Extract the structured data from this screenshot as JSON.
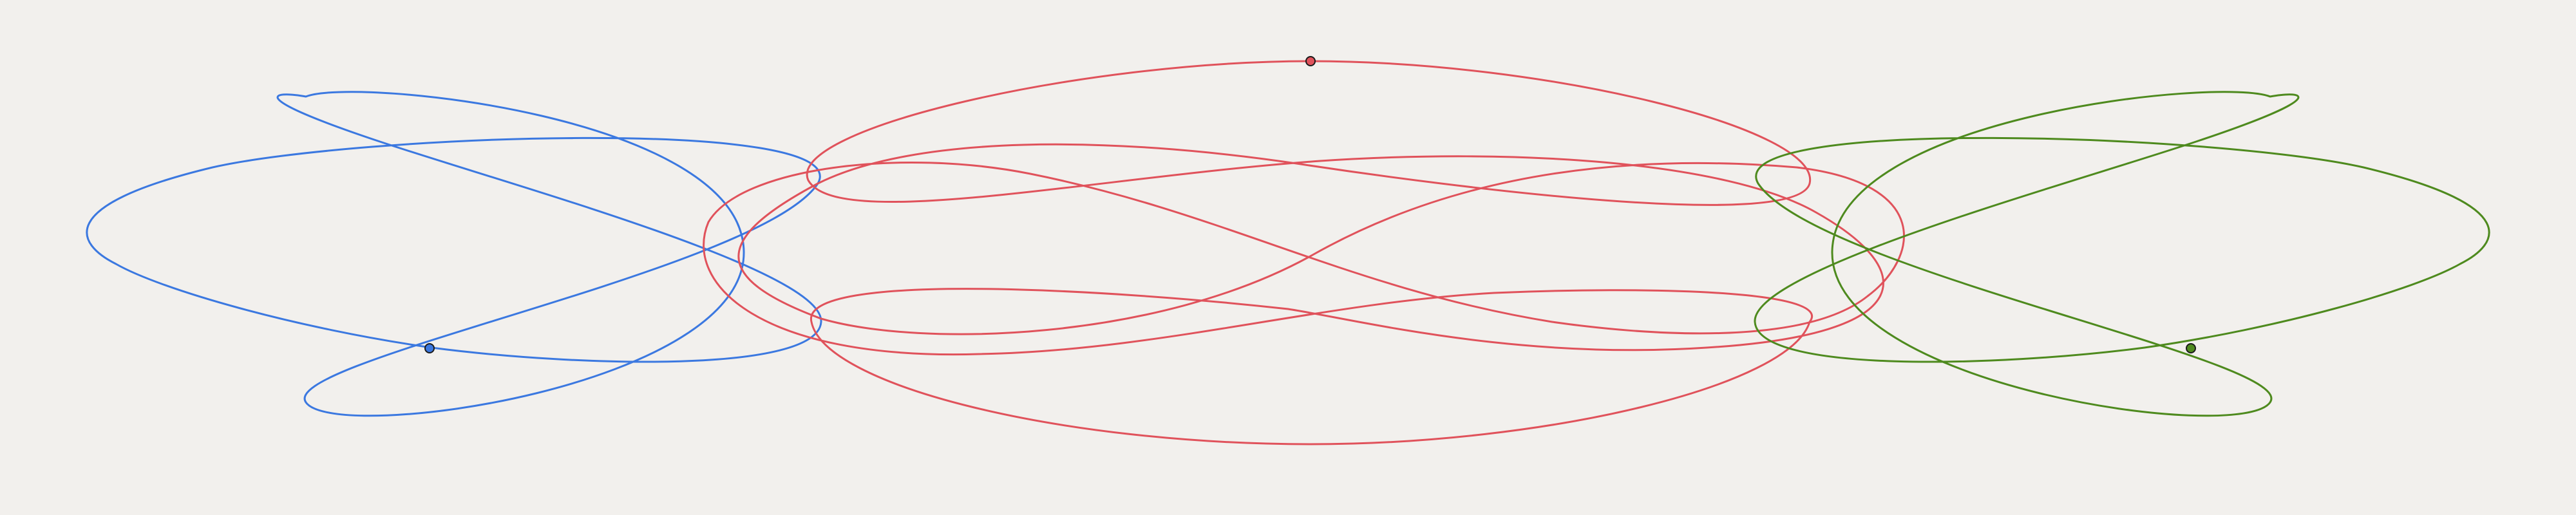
{
  "canvas": {
    "background": "#f2f0ed"
  },
  "curves": [
    {
      "name": "blue-curve",
      "color": "#3b78e0"
    },
    {
      "name": "red-curve",
      "color": "#e0525b"
    },
    {
      "name": "green-curve",
      "color": "#4e8a1e"
    }
  ],
  "markers": [
    {
      "name": "blue-point",
      "fill": "#3b78e0"
    },
    {
      "name": "red-point",
      "fill": "#e0525b"
    },
    {
      "name": "green-point",
      "fill": "#4e8a1e"
    }
  ]
}
